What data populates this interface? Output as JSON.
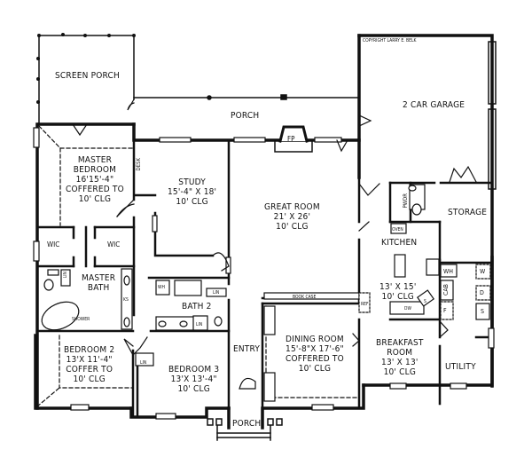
{
  "copyright": "COPYRIGHT LARRY E. BELK",
  "rooms": {
    "screen_porch": {
      "name": "SCREEN PORCH"
    },
    "rear_porch": {
      "name": "PORCH"
    },
    "garage": {
      "name": "2 CAR GARAGE"
    },
    "fireplace": {
      "name": "FP"
    },
    "master_bedroom": {
      "lines": [
        "MASTER",
        "BEDROOM",
        "16'15'-4\"",
        "COFFERED TO",
        "10' CLG"
      ]
    },
    "desk": {
      "name": "DESK"
    },
    "study": {
      "lines": [
        "STUDY",
        "15'-4\" X 18'",
        "10' CLG"
      ]
    },
    "great_room": {
      "lines": [
        "GREAT ROOM",
        "21' X 26'",
        "10' CLG"
      ]
    },
    "powder": {
      "name": "PWDR"
    },
    "storage": {
      "name": "STORAGE"
    },
    "oven": {
      "name": "OVEN"
    },
    "kitchen": {
      "lines": [
        "KITCHEN",
        "13' X 15'",
        "10' CLG"
      ]
    },
    "wic_left": {
      "name": "WIC"
    },
    "wic_right": {
      "name": "WIC"
    },
    "master_bath": {
      "lines": [
        "MASTER",
        "BATH"
      ]
    },
    "master_bath_linen": {
      "name": "LIN"
    },
    "ks": {
      "name": "KS"
    },
    "shower": {
      "name": "SHOWER"
    },
    "water_heater_bath": {
      "name": "WH"
    },
    "bath2_linen": {
      "name": "LIN"
    },
    "bath2": {
      "name": "BATH 2"
    },
    "bath2_linen2": {
      "name": "LIN"
    },
    "bookcase": {
      "name": "BOOK CASE"
    },
    "ref": {
      "name": "REF"
    },
    "dw": {
      "name": "DW"
    },
    "sink": {
      "name": "S"
    },
    "water_heater_utility": {
      "name": "WH"
    },
    "cab": {
      "name": "CAB"
    },
    "freezer": {
      "name": "F"
    },
    "washer": {
      "name": "W"
    },
    "dryer": {
      "name": "D"
    },
    "utility_sink": {
      "name": "S"
    },
    "bedroom2": {
      "lines": [
        "BEDROOM 2",
        "13'X 11'-4\"",
        "COFFER TO",
        "10' CLG"
      ]
    },
    "hall_linen": {
      "name": "LIN"
    },
    "bedroom3": {
      "lines": [
        "BEDROOM 3",
        "13'X 13'-4\"",
        "10' CLG"
      ]
    },
    "entry": {
      "name": "ENTRY"
    },
    "dining_room": {
      "lines": [
        "DINING ROOM",
        "15'-8\"X 17'-6\"",
        "COFFERED TO",
        "10' CLG"
      ]
    },
    "breakfast_room": {
      "lines": [
        "BREAKFAST",
        "ROOM",
        "13' X 13'",
        "10' CLG"
      ]
    },
    "utility": {
      "name": "UTILITY"
    },
    "front_porch": {
      "name": "PORCH"
    }
  },
  "colors": {
    "ink": "#111111",
    "paper": "#ffffff"
  }
}
